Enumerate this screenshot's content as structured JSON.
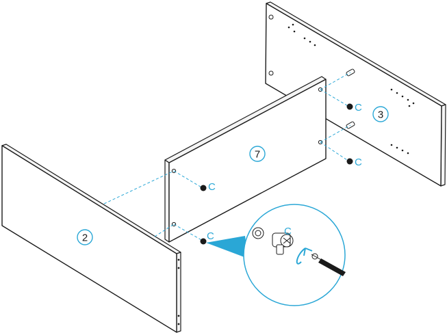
{
  "parts": {
    "panel_left": "2",
    "panel_middle": "7",
    "panel_right": "3"
  },
  "fittings": {
    "cam_lock": "C"
  },
  "colors": {
    "accent": "#2aa7d6",
    "line": "#1a1a1a"
  }
}
